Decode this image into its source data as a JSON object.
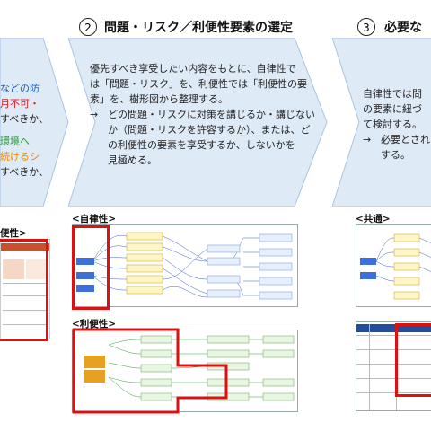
{
  "step1": {
    "lines": [
      {
        "text": "などの防",
        "color": "#1a5fb4"
      },
      {
        "text": "月不可・",
        "color": "#e01b24"
      },
      {
        "text": "すべきか、",
        "color": "#222222"
      },
      {
        "text": "環境へ",
        "color": "#2e9d3a"
      },
      {
        "text": "続けるシ",
        "color": "#f08a00"
      },
      {
        "text": "すべきか、",
        "color": "#222222"
      }
    ],
    "section_label": "便性>"
  },
  "step2": {
    "number": "2",
    "title": "問題・リスク／利便性要素の選定",
    "para1": [
      "優先すべき享受したい内容をもとに、自律性で",
      "は「問題・リスク」を、利便性では「利便性の要",
      "素」を、樹形図から整理する。"
    ],
    "arrow": "→",
    "para2": [
      "どの問題・リスクに対策を講じるか・講じない",
      "か（問題・リスクを許容するか）、または、ど",
      "の利便性の要素を享受するか、しないかを",
      "見極める。"
    ],
    "label_autonomy": "<自律性>",
    "label_convenience": "<利便性>"
  },
  "step3": {
    "number": "3",
    "title": "必要な",
    "para1": [
      "自律性では問",
      "の要素に紐づ",
      "て検討する。"
    ],
    "arrow": "→",
    "para2": [
      "必要とされ",
      "する。"
    ],
    "label_common": "<共通>"
  },
  "colors": {
    "chevron_fill": "#deeaf6",
    "chevron_stroke": "#aac3e0",
    "highlight": "#e01010"
  }
}
